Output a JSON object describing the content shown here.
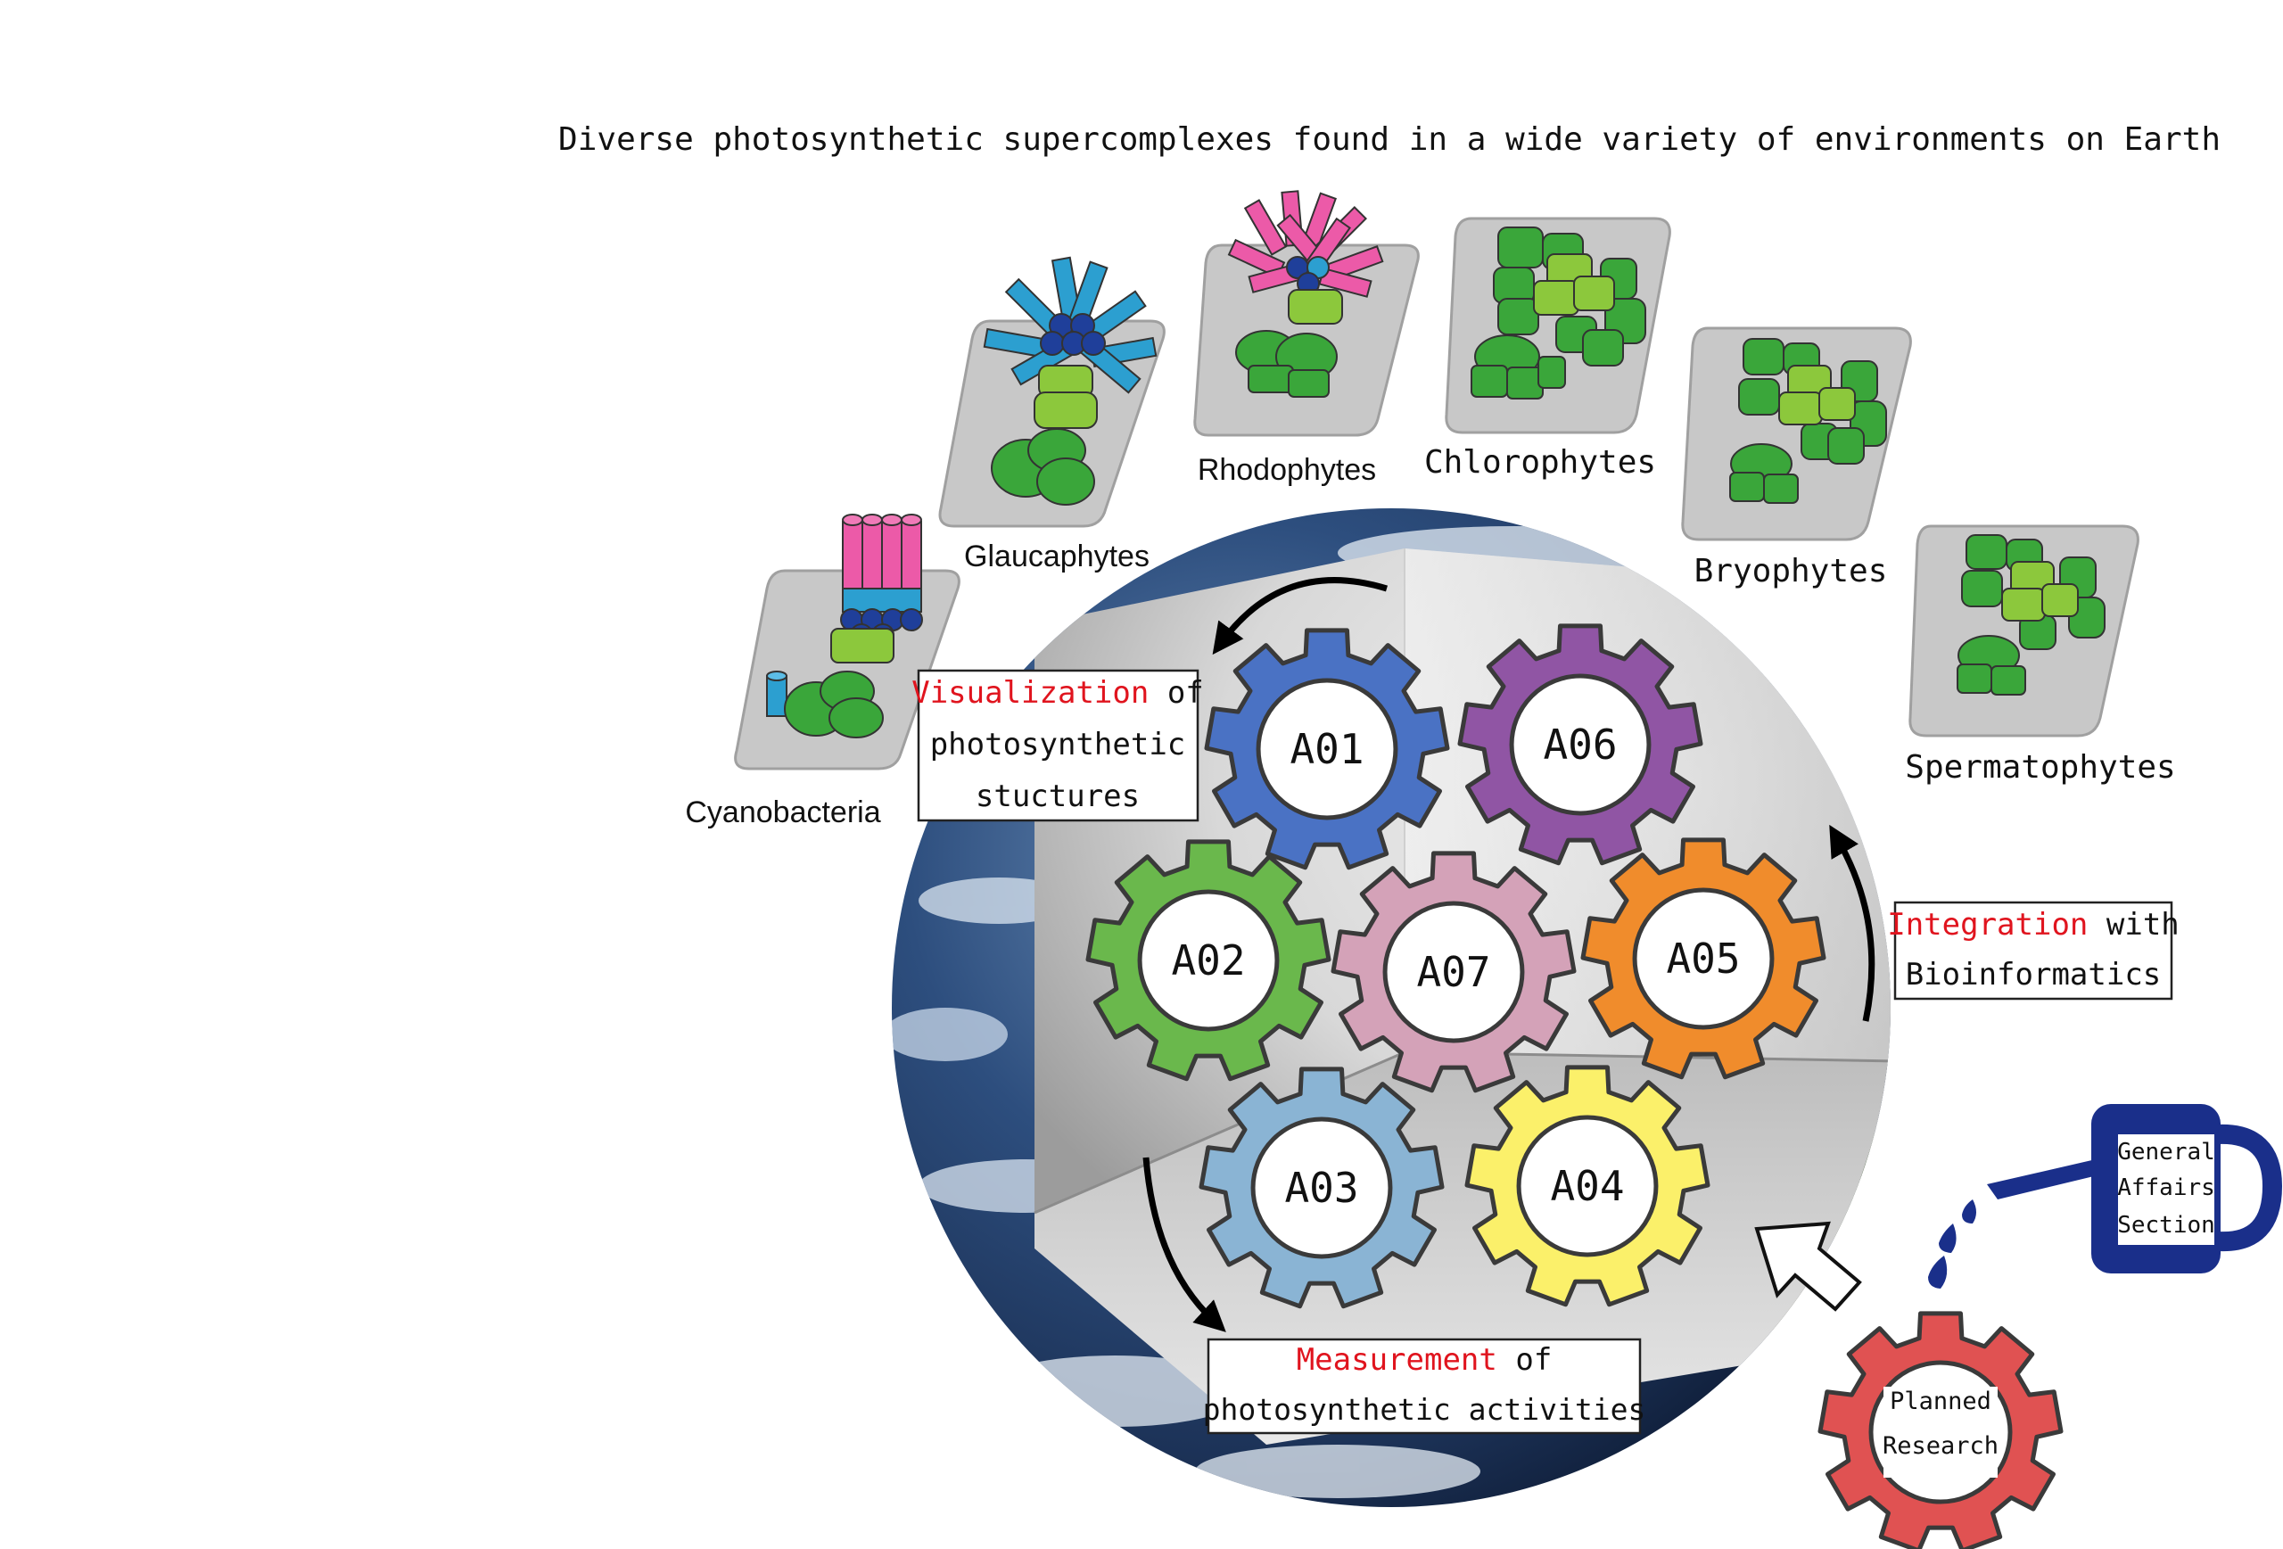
{
  "header": {
    "title": "Diverse photosynthetic supercomplexes found in a wide variety of environments on Earth"
  },
  "organisms": [
    {
      "key": "cyanobacteria",
      "label": "Cyanobacteria"
    },
    {
      "key": "glaucaphytes",
      "label": "Glaucaphytes"
    },
    {
      "key": "rhodophytes",
      "label": "Rhodophytes"
    },
    {
      "key": "chlorophytes",
      "label": "Chlorophytes"
    },
    {
      "key": "bryophytes",
      "label": "Bryophytes"
    },
    {
      "key": "spermatophytes",
      "label": "Spermatophytes"
    }
  ],
  "gears": [
    {
      "id": "A01",
      "color": "#4a72c4"
    },
    {
      "id": "A02",
      "color": "#6ab84c"
    },
    {
      "id": "A03",
      "color": "#8ab4d4"
    },
    {
      "id": "A04",
      "color": "#fbf06a"
    },
    {
      "id": "A05",
      "color": "#f08c2c"
    },
    {
      "id": "A06",
      "color": "#9055a4"
    },
    {
      "id": "A07",
      "color": "#d4a2b8"
    }
  ],
  "callouts": {
    "visualization": {
      "highlight": "Visualization",
      "rest1": " of",
      "line2": "photosynthetic",
      "line3": "stuctures"
    },
    "integration": {
      "highlight": "Integration",
      "rest1": " with",
      "line2": "Bioinformatics"
    },
    "measurement": {
      "highlight": "Measurement",
      "rest1": " of",
      "line2": "photosynthetic activities"
    }
  },
  "planned": {
    "line1": "Planned",
    "line2": "Research",
    "color": "#e05252"
  },
  "general_affairs": {
    "line1": "General",
    "line2": "Affairs",
    "line3": "Section",
    "color": "#1a2f8a"
  },
  "colors": {
    "highlight_red": "#e0141e",
    "platform_gray": "#c8c8c8",
    "pigment_green": "#3aa63a",
    "pigment_lightgreen": "#8cc83c",
    "phycocyanin_blue": "#2c9fd0",
    "allophycocyanin_navy": "#1f3f9a",
    "phycoerythrin_pink": "#ec5aa8"
  }
}
